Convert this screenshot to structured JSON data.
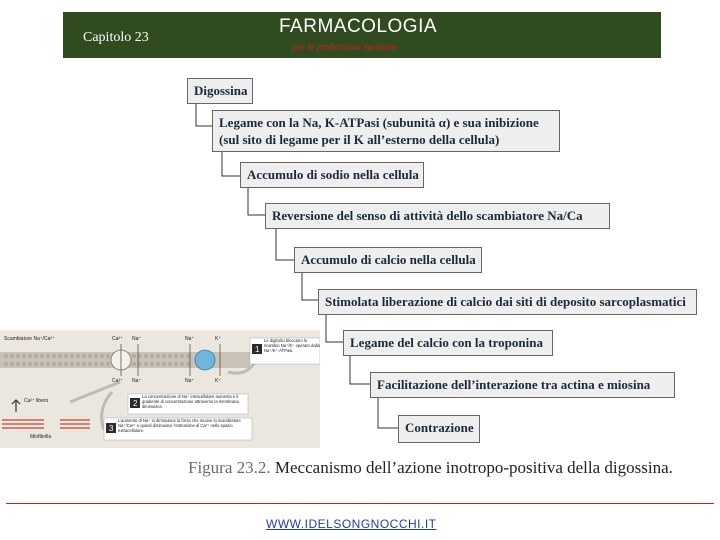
{
  "header": {
    "chapter": "Capitolo 23",
    "title": "FARMACOLOGIA",
    "subtitle": "per le professioni sanitarie",
    "background_color": "#2f4b1f",
    "subtitle_color": "#c0261b"
  },
  "flow": {
    "steps": [
      {
        "label": "Digossina"
      },
      {
        "label": "Legame con la Na, K-ATPasi (subunità α) e sua inibizione\n(sul sito di legame per il K all’esterno della cellula)"
      },
      {
        "label": "Accumulo di sodio nella cellula"
      },
      {
        "label": "Reversione del senso di attività dello scambiatore Na/Ca"
      },
      {
        "label": "Accumulo di calcio nella cellula"
      },
      {
        "label": "Stimolata liberazione di calcio dai siti di deposito sarcoplasmatici"
      },
      {
        "label": "Legame del calcio con la troponina"
      },
      {
        "label": "Facilitazione dell’interazione tra actina e miosina"
      },
      {
        "label": "Contrazione"
      }
    ]
  },
  "figure": {
    "labels": {
      "exchanger": "Scambiatore Na⁺/Ca²⁺",
      "ca_ion": "Ca²⁺",
      "na_ion": "Na⁺",
      "k_ion": "K⁺",
      "free_ca": "Ca²⁺ libero",
      "myofibril": "Miofibrilla"
    },
    "notes": [
      {
        "num": "1",
        "text": "Le digitalici bloccano lo scambio Na⁺/K⁺ operato dalla Na⁺/K⁺-ATPasi."
      },
      {
        "num": "2",
        "text": "La concentrazione di Na⁺ intracellulare aumenta e il gradiente di concentrazione attraverso la membrana diminuisce."
      },
      {
        "num": "3",
        "text": "L’aumento di Na⁺ in diminuisce la forza che muove lo scambiatore Na⁺/Ca²⁺ e quindi diminuisce l’estrusione di Ca²⁺ nello spazio extracellulare."
      }
    ]
  },
  "caption": {
    "label": "Figura 23.2.",
    "text": "Meccanismo dell’azione inotropo-positiva della digossina."
  },
  "footer": {
    "url": "WWW.IDELSONGNOCCHI.IT",
    "rule_color": "#c0261b"
  }
}
